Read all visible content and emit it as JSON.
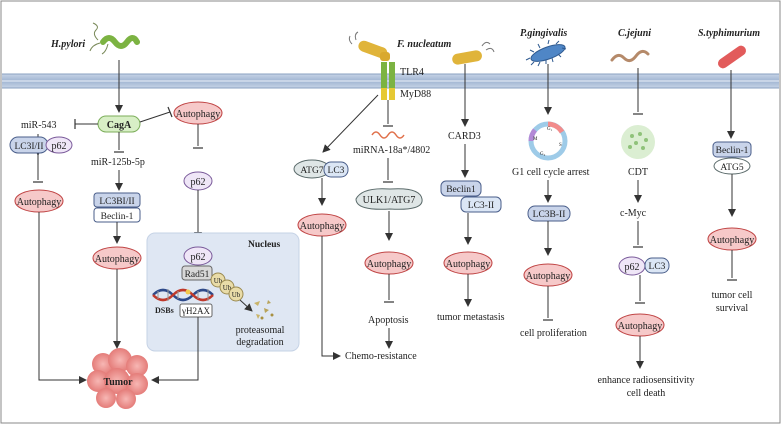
{
  "bacteria": {
    "hpylori": "H.pylori",
    "fnucleatum": "F. nucleatum",
    "pgingivalis": "P.gingivalis",
    "cjejuni": "C.jejuni",
    "styphimurium": "S.typhimurium"
  },
  "hpylori": {
    "caga": "CagA",
    "mir543": "miR-543",
    "lc3i_ii": "LC3I/II",
    "p62_left": "p62",
    "autophagy_left": "Autophagy",
    "mir125b": "miR-125b-5p",
    "lc3bi_ii": "LC3BI/II",
    "beclin1": "Beclin-1",
    "autophagy_mid": "Autophagy",
    "autophagy_top": "Autophagy",
    "p62_mid": "p62",
    "tumor": "Tumor"
  },
  "nucleus": {
    "title": "Nucleus",
    "p62": "p62",
    "rad51": "Rad51",
    "ub1": "Ub",
    "ub2": "Ub",
    "ub3": "Ub",
    "dsbs": "DSBs",
    "gh2ax": "γH2AX",
    "proteasomal": "proteasomal",
    "degradation": "degradation"
  },
  "fnucleatum": {
    "tlr4": "TLR4",
    "myd88": "MyD88",
    "atg7": "ATG7",
    "lc3": "LC3",
    "autophagy_a": "Autophagy",
    "mirna": "miRNA-18a*/4802",
    "ulk1": "ULK1/ATG7",
    "autophagy_b": "Autophagy",
    "apoptosis": "Apoptosis",
    "chemo": "Chemo-resistance",
    "card3": "CARD3",
    "beclin1": "Beclin1",
    "lc3ii": "LC3-II",
    "autophagy_c": "Autophagy",
    "metastasis": "tumor metastasis"
  },
  "pgingivalis": {
    "g1arrest": "G1 cell cycle arrest",
    "lc3bii": "LC3B-II",
    "autophagy": "Autophagy",
    "proliferation": "cell proliferation",
    "g1": "G₁",
    "s": "S",
    "g2": "G₂",
    "m": "M"
  },
  "cjejuni": {
    "cdt": "CDT",
    "cmyc": "c-Myc",
    "p62": "p62",
    "lc3": "LC3",
    "autophagy": "Autophagy",
    "outcome1": "enhance radiosensitivity",
    "outcome2": "cell death"
  },
  "styphimurium": {
    "beclin1": "Beclin-1",
    "atg5": "ATG5",
    "autophagy": "Autophagy",
    "survival1": "tumor cell",
    "survival2": "survival"
  }
}
